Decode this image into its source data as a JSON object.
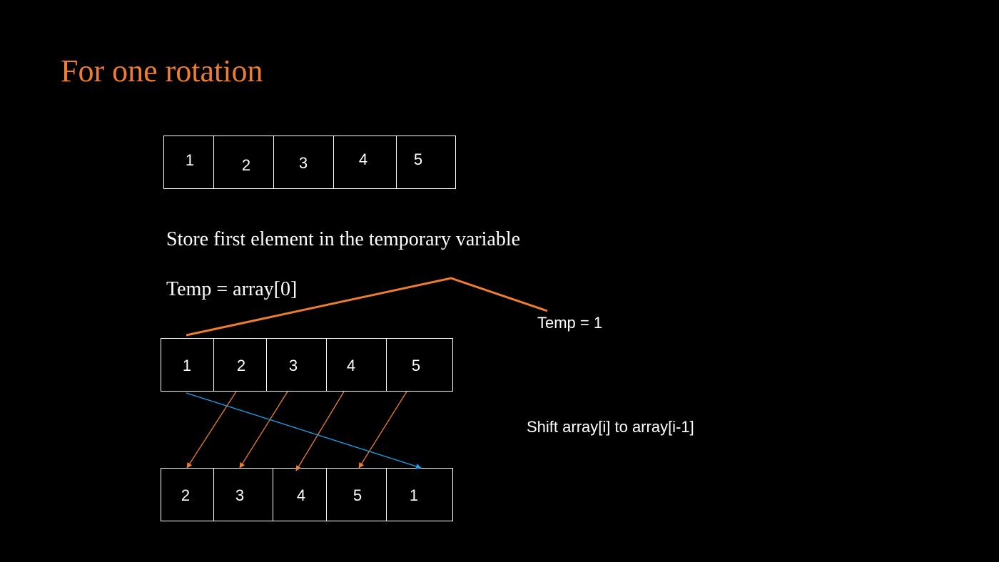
{
  "title": "For one rotation",
  "array_initial": [
    "1",
    "2",
    "3",
    "4",
    "5"
  ],
  "step_text": "Store first element in the temporary variable",
  "temp_code": "Temp = array[0]",
  "temp_value_label": "Temp = 1",
  "array_before_shift": [
    "1",
    "2",
    "3",
    "4",
    "5"
  ],
  "shift_text": "Shift array[i] to array[i-1]",
  "array_after_rotation": [
    "2",
    "3",
    "4",
    "5",
    "1"
  ],
  "colors": {
    "background": "#000000",
    "accent": "#ED7D31",
    "text": "#FFFFFF",
    "wrap_arrow": "#1CA3EC"
  }
}
